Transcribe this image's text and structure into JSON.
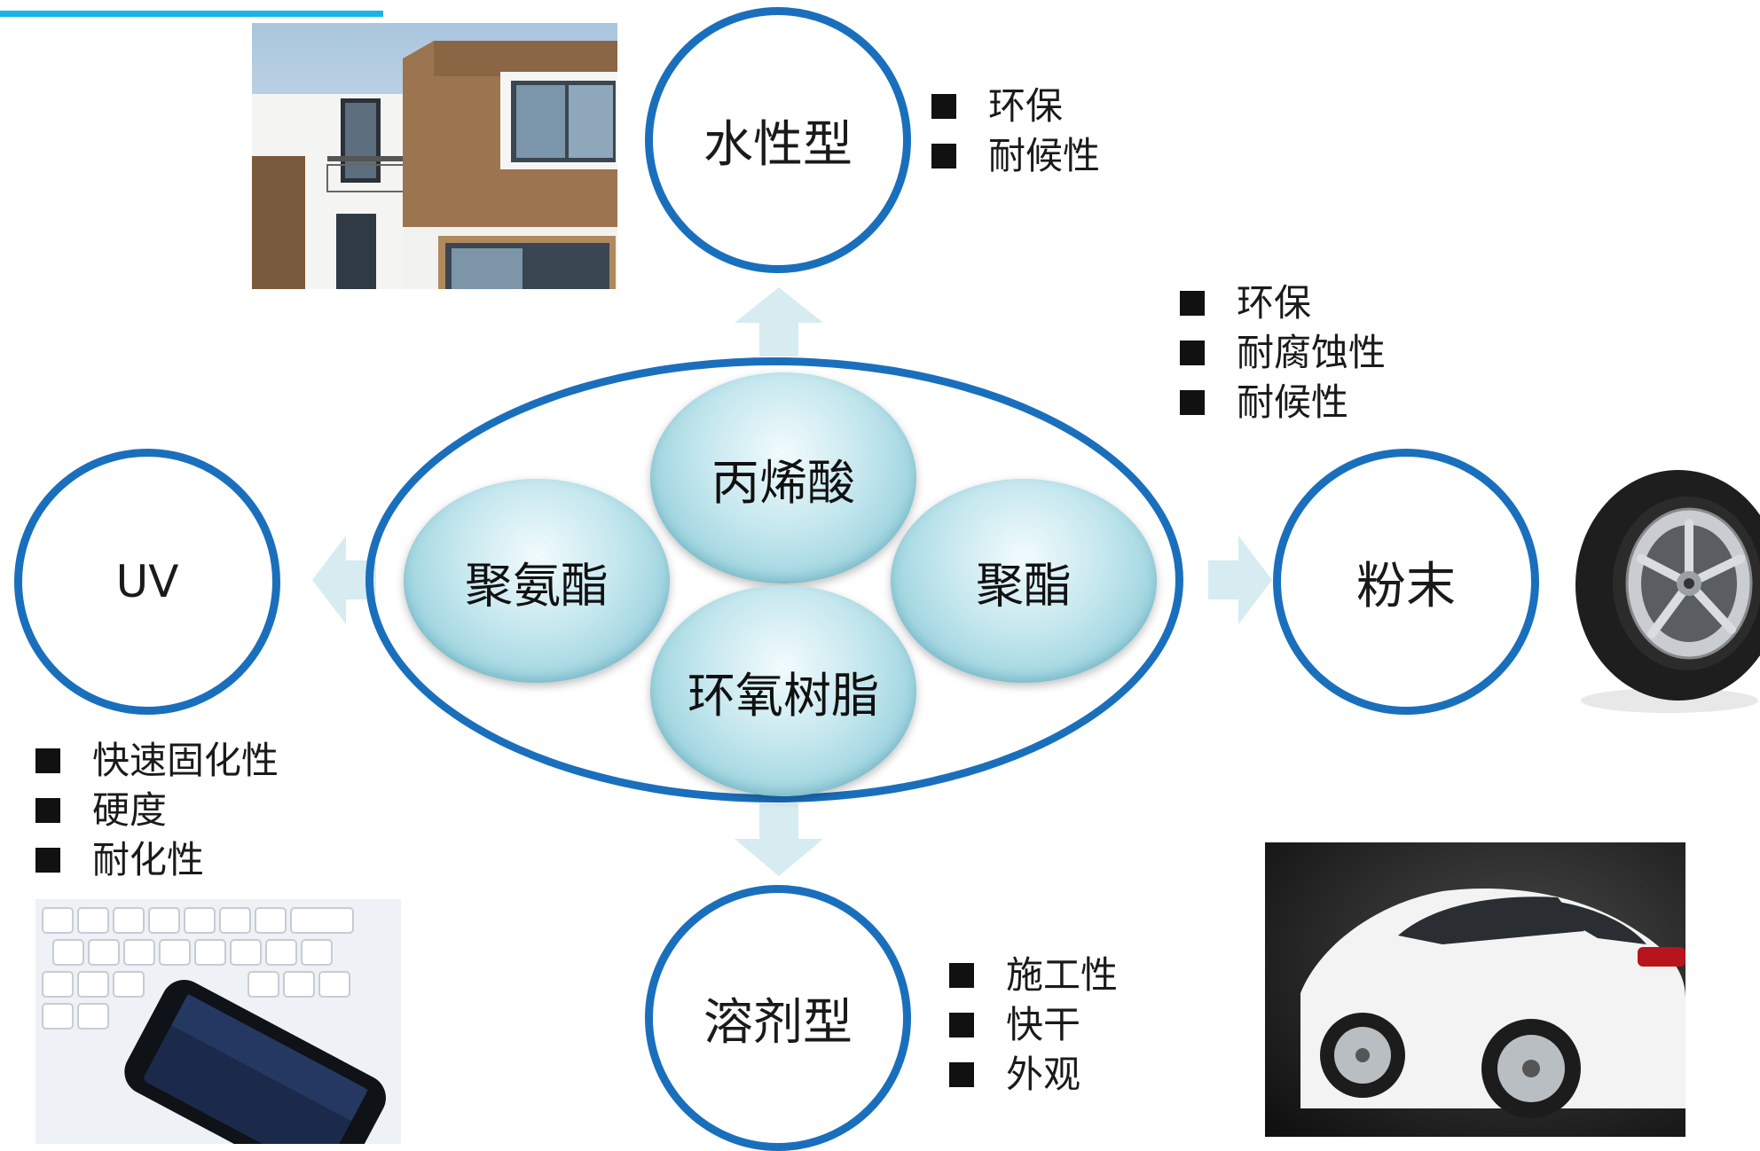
{
  "center": {
    "bubbles": {
      "top": "丙烯酸",
      "left": "聚氨酯",
      "right": "聚酯",
      "bottom": "环氧树脂"
    }
  },
  "nodes": {
    "top": {
      "label": "水性型",
      "bullets": [
        "环保",
        "耐候性"
      ]
    },
    "right": {
      "label": "粉末",
      "bullets": [
        "环保",
        "耐腐蚀性",
        "耐候性"
      ]
    },
    "bottom": {
      "label": "溶剂型",
      "bullets": [
        "施工性",
        "快干",
        "外观"
      ]
    },
    "left": {
      "label": "UV",
      "bullets": [
        "快速固化性",
        "硬度",
        "耐化性"
      ]
    }
  },
  "colors": {
    "accent_bar": "#19b5e8",
    "circle_border": "#1a6fbd",
    "arrow_fill": "#d6ecf1",
    "bubble_fill": "#a9d9e3"
  },
  "images": [
    "house-photo",
    "wheel-photo",
    "keyboard-phone-photo",
    "car-photo"
  ]
}
